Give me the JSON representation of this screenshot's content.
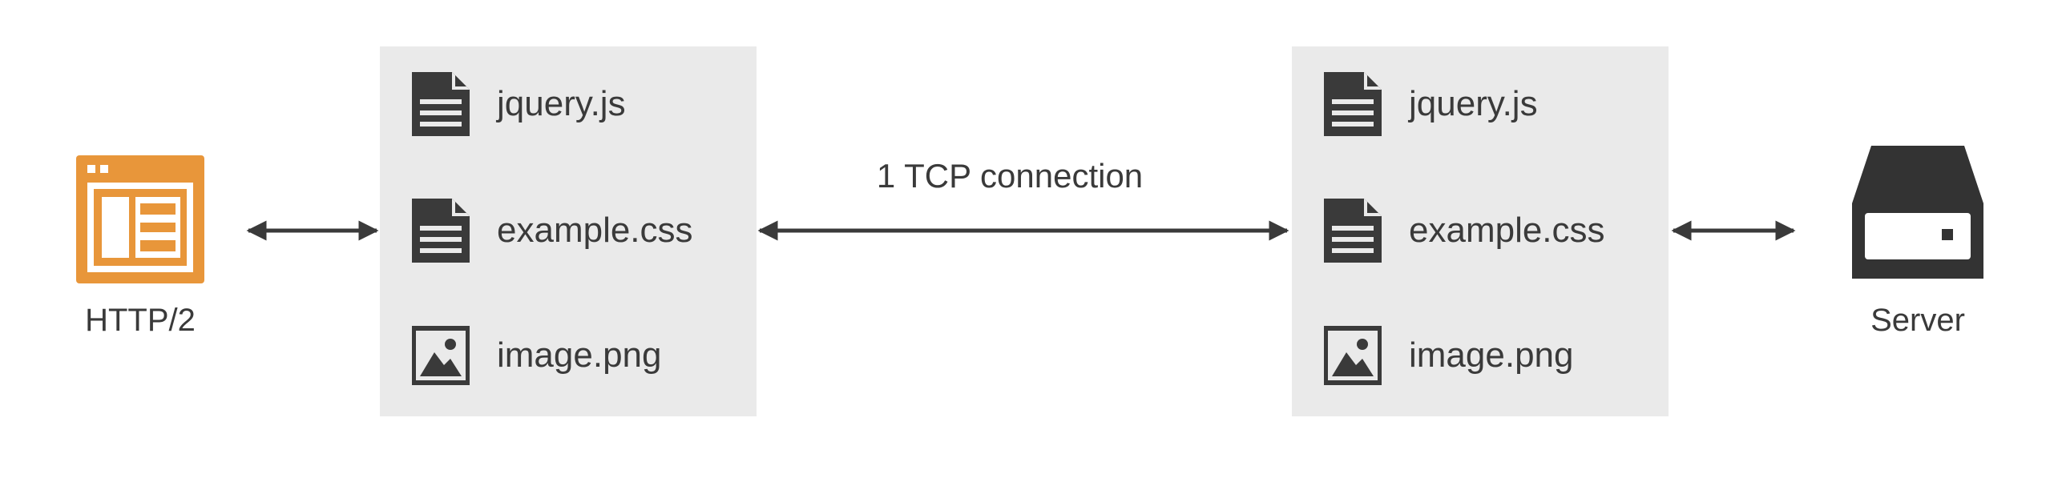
{
  "client": {
    "label": "HTTP/2",
    "icon": "browser-window-icon",
    "color": "#e8963a"
  },
  "server": {
    "label": "Server",
    "icon": "server-icon",
    "color": "#333333"
  },
  "connection": {
    "label": "1 TCP connection"
  },
  "panels": [
    {
      "items": [
        {
          "label": "jquery.js",
          "icon": "document-icon"
        },
        {
          "label": "example.css",
          "icon": "document-icon"
        },
        {
          "label": "image.png",
          "icon": "image-icon"
        }
      ]
    },
    {
      "items": [
        {
          "label": "jquery.js",
          "icon": "document-icon"
        },
        {
          "label": "example.css",
          "icon": "document-icon"
        },
        {
          "label": "image.png",
          "icon": "image-icon"
        }
      ]
    }
  ],
  "colors": {
    "panel_background": "#eaeaea",
    "icon_dark": "#3a3a3a",
    "accent_orange": "#e8963a",
    "text": "#3a3a3a"
  }
}
